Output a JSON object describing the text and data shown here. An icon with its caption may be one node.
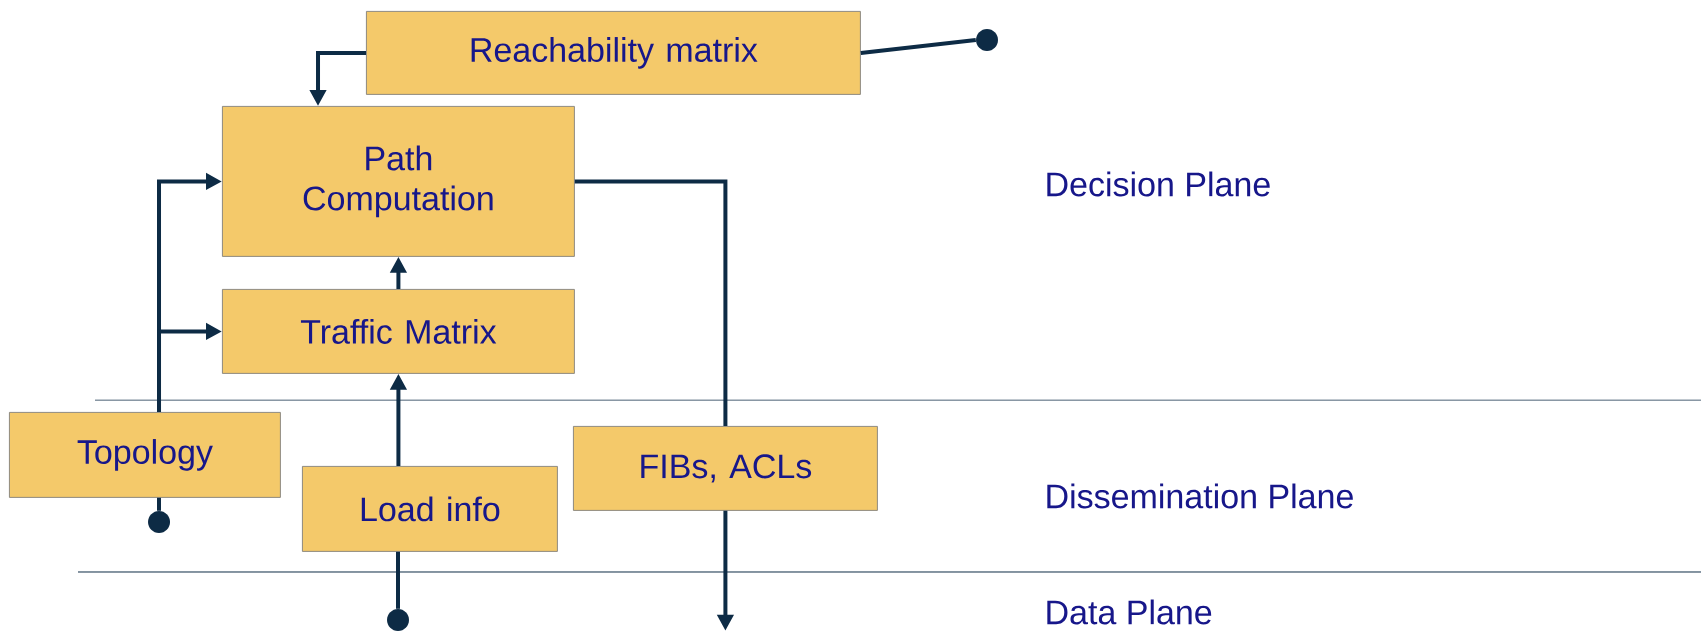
{
  "diagram": {
    "nodes": [
      {
        "text": [
          "Reachability matrix"
        ]
      },
      {
        "text": [
          "Path Computation"
        ]
      },
      {
        "text": [
          "Traffic Matrix"
        ]
      },
      {
        "text": [
          "Topology"
        ]
      },
      {
        "text": [
          "Load info"
        ]
      },
      {
        "text": [
          "FIBs, ACLs"
        ]
      },
      {
        "text": [],
        "shape": "circle"
      },
      {
        "text": [],
        "shape": "circle"
      },
      {
        "text": [],
        "shape": "circle"
      }
    ],
    "edges": [
      {
        "from": 0,
        "to": 1,
        "arrow": "to"
      },
      {
        "from": 0,
        "to": 6,
        "arrow": "none"
      },
      {
        "from": 3,
        "to": 1,
        "arrow": "to"
      },
      {
        "from": 3,
        "to": 2,
        "arrow": "to"
      },
      {
        "from": 7,
        "to": 3,
        "arrow": "none"
      },
      {
        "from": 2,
        "to": 1,
        "arrow": "to"
      },
      {
        "from": 4,
        "to": 2,
        "arrow": "to"
      },
      {
        "from": 8,
        "to": 4,
        "arrow": "none"
      },
      {
        "from": 1,
        "to": 5,
        "arrow": "none"
      },
      {
        "from": 5,
        "to": null,
        "arrow": "to"
      }
    ],
    "labels": [
      "Decision Plane",
      "Dissemination Plane",
      "Data Plane"
    ]
  }
}
